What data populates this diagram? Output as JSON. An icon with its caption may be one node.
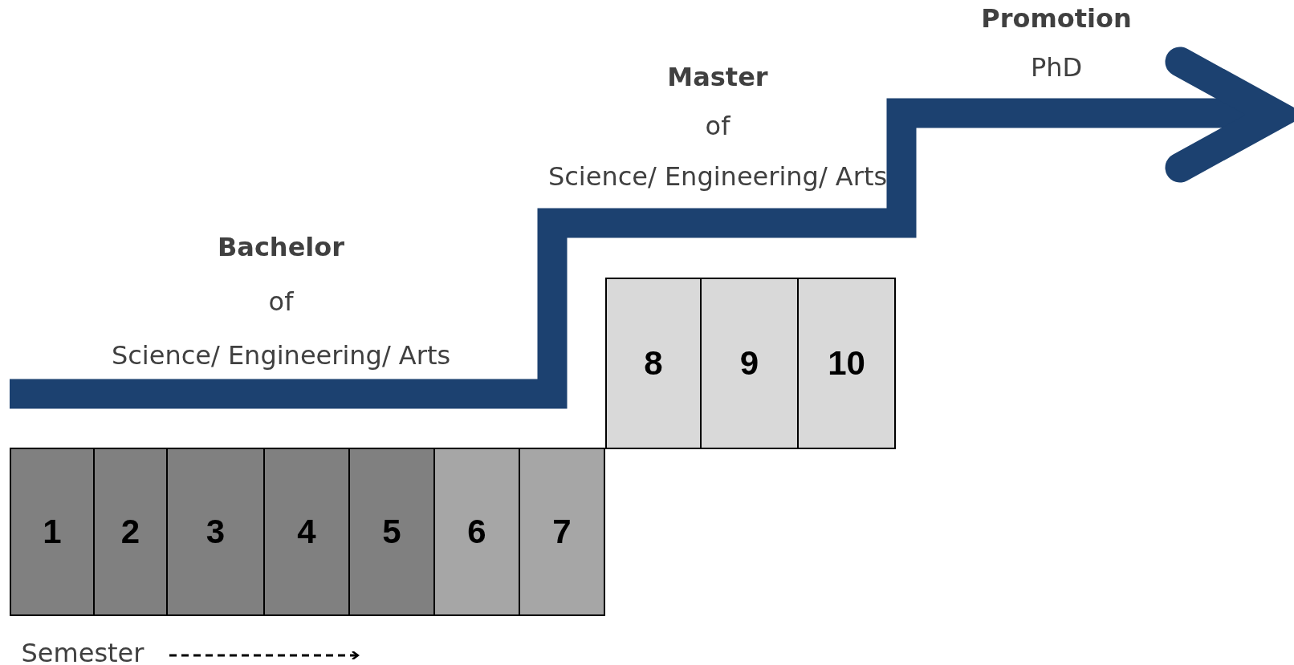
{
  "diagram": {
    "nodes": [
      {
        "text": [
          "1"
        ]
      },
      {
        "text": [
          "2"
        ]
      },
      {
        "text": [
          "3"
        ]
      },
      {
        "text": [
          "4"
        ]
      },
      {
        "text": [
          "5"
        ]
      },
      {
        "text": [
          "6"
        ]
      },
      {
        "text": [
          "7"
        ]
      },
      {
        "text": [
          "8"
        ]
      },
      {
        "text": [
          "9"
        ]
      },
      {
        "text": [
          "10"
        ]
      }
    ],
    "edges": [],
    "labels": [
      "Promotion",
      "PhD",
      "Master",
      "of",
      "Science/ Engineering/ Arts",
      "Bachelor",
      "of",
      "Science/ Engineering/ Arts",
      "Semester"
    ]
  }
}
